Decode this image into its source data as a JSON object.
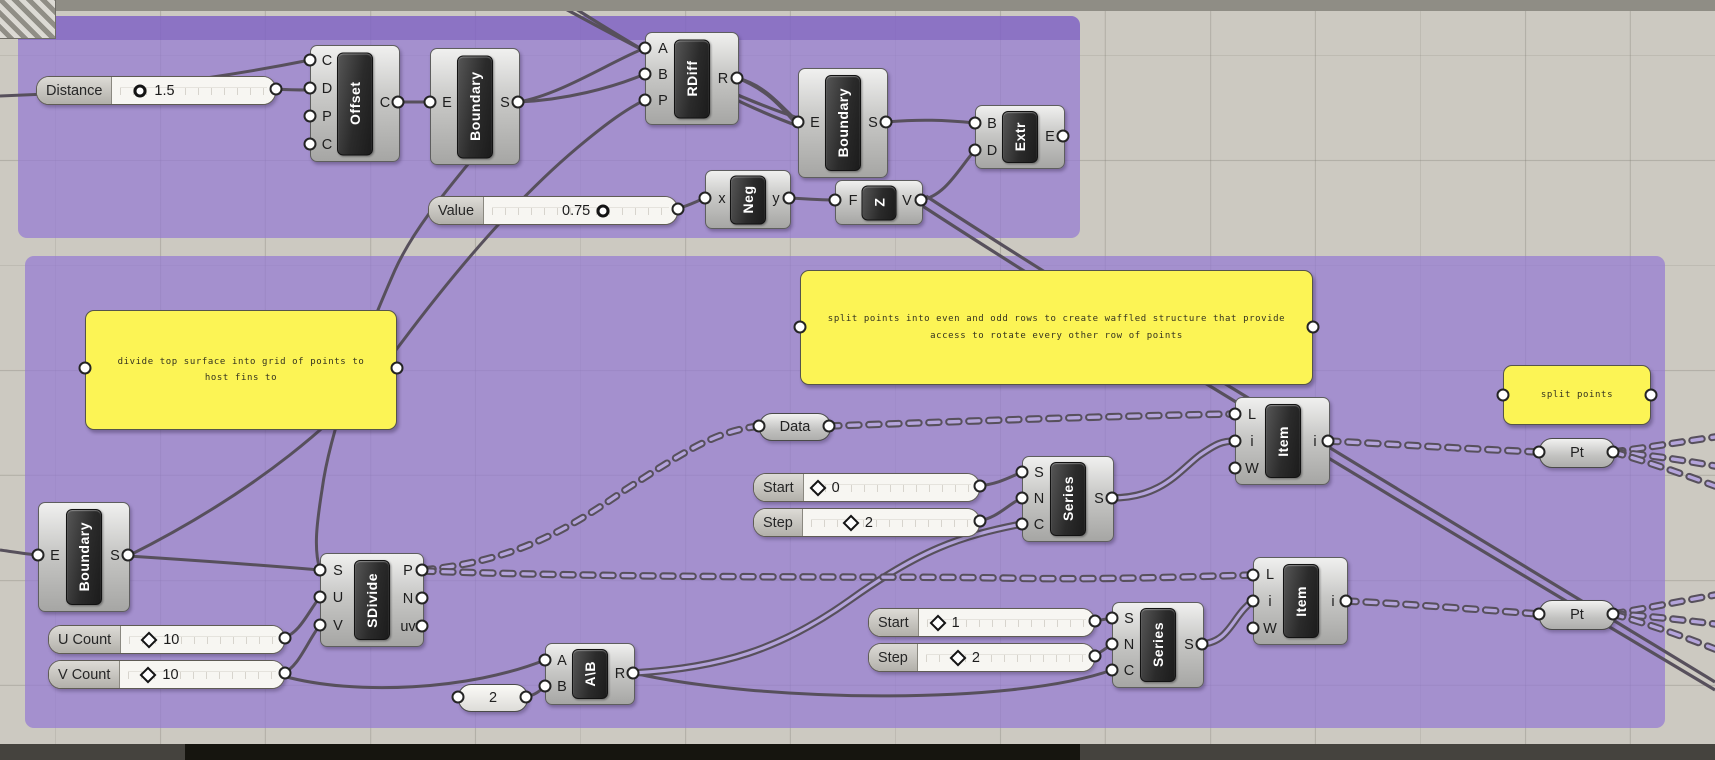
{
  "colors": {
    "group_purple": "#9a7ad2",
    "panel_yellow": "#fcf455",
    "wire": "#57505c",
    "canvas": "#ccc9c1"
  },
  "c": {
    "offset": {
      "t": "Offset",
      "i": [
        "C",
        "D",
        "P",
        "C"
      ],
      "o": [
        "C"
      ]
    },
    "b1": {
      "t": "Boundary",
      "i": [
        "E"
      ],
      "o": [
        "S"
      ]
    },
    "rdiff": {
      "t": "RDiff",
      "i": [
        "A",
        "B",
        "P"
      ],
      "o": [
        "R"
      ]
    },
    "b2": {
      "t": "Boundary",
      "i": [
        "E"
      ],
      "o": [
        "S"
      ]
    },
    "extr": {
      "t": "Extr",
      "i": [
        "B",
        "D"
      ],
      "o": [
        "E"
      ]
    },
    "neg": {
      "t": "Neg",
      "i": [
        "x"
      ],
      "o": [
        "y"
      ]
    },
    "z": {
      "t": "Z",
      "i": [
        "F"
      ],
      "o": [
        "V"
      ]
    },
    "b3": {
      "t": "Boundary",
      "i": [
        "E"
      ],
      "o": [
        "S"
      ]
    },
    "sdiv": {
      "t": "SDivide",
      "i": [
        "S",
        "U",
        "V"
      ],
      "o": [
        "P",
        "N",
        "uv"
      ]
    },
    "ab": {
      "t": "A\\B",
      "i": [
        "A",
        "B"
      ],
      "o": [
        "R"
      ]
    },
    "ser1": {
      "t": "Series",
      "i": [
        "S",
        "N",
        "C"
      ],
      "o": [
        "S"
      ]
    },
    "ser2": {
      "t": "Series",
      "i": [
        "S",
        "N",
        "C"
      ],
      "o": [
        "S"
      ]
    },
    "item1": {
      "t": "Item",
      "i": [
        "L",
        "i",
        "W"
      ],
      "o": [
        "i"
      ]
    },
    "item2": {
      "t": "Item",
      "i": [
        "L",
        "i",
        "W"
      ],
      "o": [
        "i"
      ]
    }
  },
  "sliders": {
    "distance": {
      "label": "Distance",
      "value": "1.5"
    },
    "value": {
      "label": "Value",
      "value": "0.75"
    },
    "ucount": {
      "label": "U Count",
      "value": "10"
    },
    "vcount": {
      "label": "V Count",
      "value": "10"
    },
    "start0": {
      "label": "Start",
      "value": "0"
    },
    "step0": {
      "label": "Step",
      "value": "2"
    },
    "start1": {
      "label": "Start",
      "value": "1"
    },
    "step1": {
      "label": "Step",
      "value": "2"
    }
  },
  "panels": {
    "divide": {
      "text": "divide top surface into grid of points to host fins to"
    },
    "waffle": {
      "text": "split points into even and odd rows to create waffled structure that provide access to rotate every other row of points"
    },
    "split": {
      "text": "split points"
    },
    "two": {
      "text": "2"
    }
  },
  "relays": {
    "data": {
      "label": "Data"
    },
    "pt1": {
      "label": "Pt"
    },
    "pt2": {
      "label": "Pt"
    }
  }
}
